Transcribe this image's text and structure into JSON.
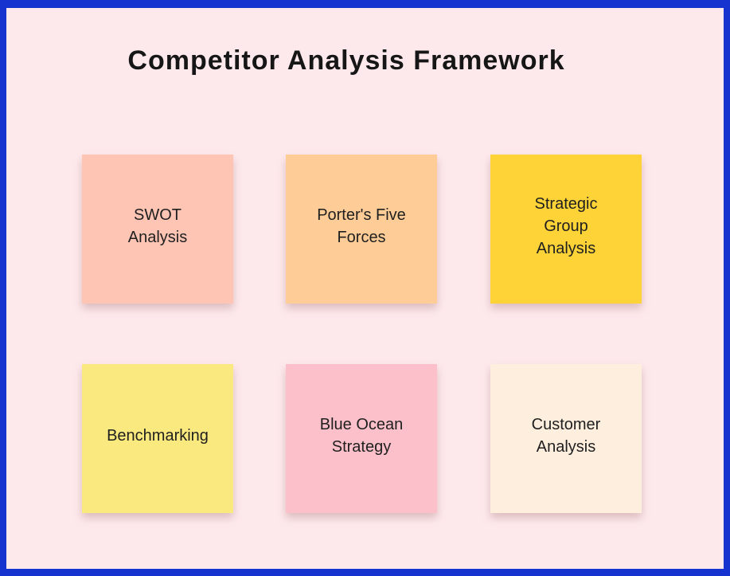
{
  "board": {
    "title": "Competitor Analysis Framework",
    "colors": {
      "frame_border": "#1633d0",
      "canvas_background": "#fde9ec",
      "title_text": "#161616",
      "note_text": "#1f1f1f"
    },
    "notes": [
      {
        "id": "swot-analysis",
        "lines": [
          "SWOT",
          "Analysis"
        ],
        "color": "#fec5b5"
      },
      {
        "id": "porters-five-forces",
        "lines": [
          "Porter's Five",
          "Forces"
        ],
        "color": "#fecd97"
      },
      {
        "id": "strategic-group-analysis",
        "lines": [
          "Strategic",
          "Group",
          "Analysis"
        ],
        "color": "#fed337"
      },
      {
        "id": "benchmarking",
        "lines": [
          "Benchmarking"
        ],
        "color": "#fae97e"
      },
      {
        "id": "blue-ocean-strategy",
        "lines": [
          "Blue Ocean",
          "Strategy"
        ],
        "color": "#fbc0c9"
      },
      {
        "id": "customer-analysis",
        "lines": [
          "Customer",
          "Analysis"
        ],
        "color": "#fdeede"
      }
    ]
  }
}
